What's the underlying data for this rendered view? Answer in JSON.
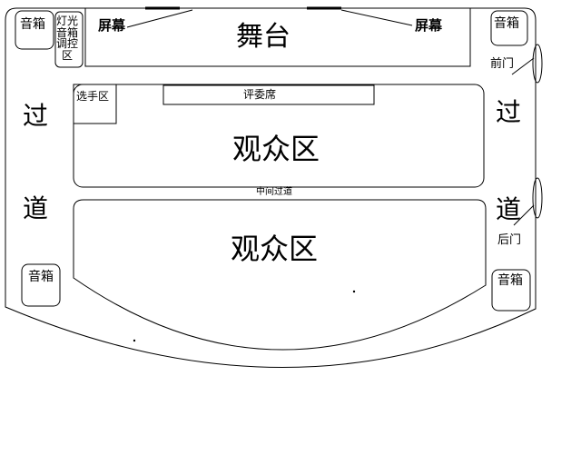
{
  "labels": {
    "stage": "舞台",
    "screen_left": "屏幕",
    "screen_right": "屏幕",
    "speaker_top_left": "音箱",
    "speaker_top_right": "音箱",
    "speaker_bottom_left": "音箱",
    "speaker_bottom_right": "音箱",
    "control_area": "灯光音箱调控区",
    "contestant_area": "选手区",
    "judges_seats": "评委席",
    "audience_front": "观众区",
    "audience_back": "观众区",
    "middle_aisle": "中间过道",
    "aisle_left_1": "过",
    "aisle_left_2": "道",
    "aisle_right_1": "过",
    "aisle_right_2": "道",
    "front_door": "前门",
    "back_door": "后门"
  },
  "colors": {
    "line": "#000000",
    "background": "#ffffff"
  }
}
